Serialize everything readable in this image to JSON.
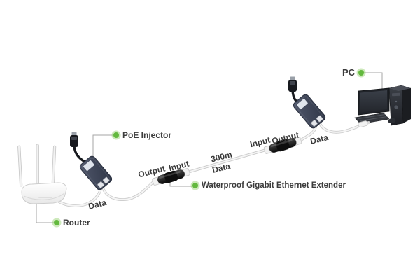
{
  "diagram": {
    "type": "network-topology-diagram",
    "callouts": {
      "poe_injector": {
        "label": "PoE Injector"
      },
      "router": {
        "label": "Router"
      },
      "extender": {
        "label": "Waterproof Gigabit Ethernet Extender"
      },
      "pc": {
        "label": "PC"
      }
    },
    "cable_labels": {
      "data_router": "Data",
      "output_left": "Output",
      "input_left": "Input",
      "distance": "300m",
      "data_mid": "Data",
      "input_right": "Input",
      "output_right": "Output",
      "data_pc": "Data"
    },
    "devices": {
      "router": "wireless-router",
      "injector_near": "poe-injector",
      "extender_near": "waterproof-gigabit-ethernet-extender",
      "extender_far": "waterproof-gigabit-ethernet-extender",
      "injector_far": "poe-injector",
      "pc": "desktop-pc"
    },
    "colors": {
      "accent_green": "#63b93e",
      "accent_green_halo": "#b9e2a1",
      "device_body": "#3e4557",
      "extender_body": "#141414",
      "label_text": "#3c3c3c",
      "cable_fill": "#f5f5f5",
      "cable_outline": "#c9c9c9",
      "callout_line": "#a6a6a6",
      "background": "#ffffff"
    }
  }
}
